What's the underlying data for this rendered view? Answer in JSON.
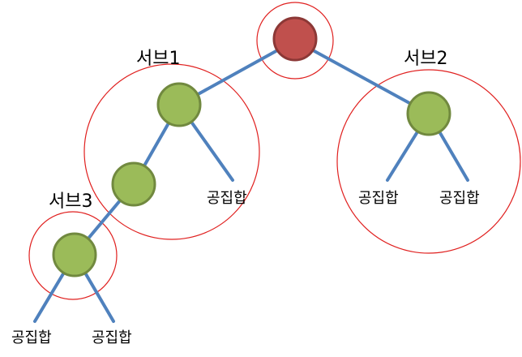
{
  "diagram": {
    "subtree_labels": {
      "sub1": "서브1",
      "sub2": "서브2",
      "sub3": "서브3"
    },
    "leaf_labels": {
      "leaf_sub1_right": "공집합",
      "leaf_sub2_left": "공집합",
      "leaf_sub2_right": "공집합",
      "leaf_sub3_left": "공집합",
      "leaf_sub3_right": "공집합"
    },
    "colors": {
      "edge": "#4f81bd",
      "root_fill": "#c0504d",
      "root_stroke": "#8c3836",
      "node_fill": "#9bbb59",
      "node_stroke": "#71893f",
      "subtree_outline": "#e0201f"
    }
  }
}
